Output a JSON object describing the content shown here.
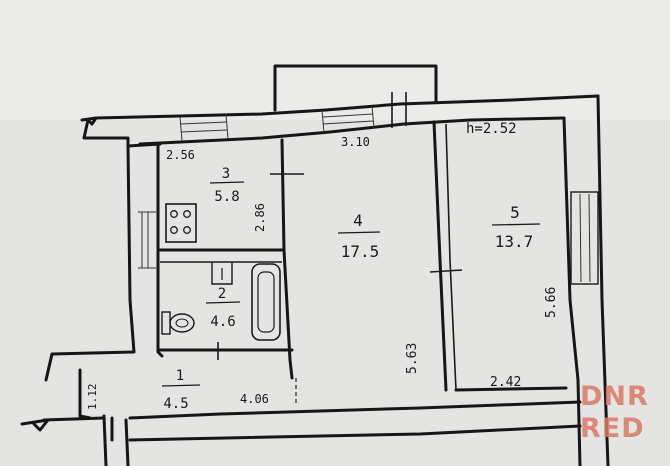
{
  "plan": {
    "ceiling_height": "h=2.52",
    "rooms": [
      {
        "id": "kitchen",
        "number": "3",
        "area": "5.8"
      },
      {
        "id": "living",
        "number": "4",
        "area": "17.5"
      },
      {
        "id": "bedroom",
        "number": "5",
        "area": "13.7"
      },
      {
        "id": "bathroom",
        "number": "2",
        "area": "4.6"
      },
      {
        "id": "hallway",
        "number": "1",
        "area": "4.5"
      }
    ],
    "dimensions": {
      "kitchen_width": "2.56",
      "kitchen_depth": "2.86",
      "living_width": "3.10",
      "living_depth": "5.63",
      "hall_length": "4.06",
      "hall_width": "1.12",
      "bedroom_depth": "5.66",
      "bedroom_width": "2.42"
    }
  },
  "watermark": {
    "line1": "DNR",
    "line2": "RED",
    "color": "#d97a66"
  }
}
